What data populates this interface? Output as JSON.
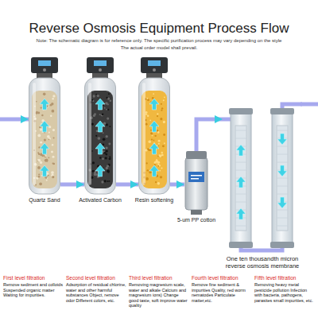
{
  "diagram": {
    "title": "Reverse Osmosis Equipment Process Flow",
    "nodes": [
      {
        "text": [
          "Quartz Sand"
        ]
      },
      {
        "text": [
          "Activated Carbon"
        ]
      },
      {
        "text": [
          "Resin softening"
        ]
      },
      {
        "text": [
          "5-um PP cotton"
        ]
      },
      {
        "text": [
          "One ten thousandth micron reverse osmosis membrane"
        ]
      }
    ],
    "edges": [
      {
        "from": 0,
        "to": 1,
        "arrow": "to"
      },
      {
        "from": 1,
        "to": 2,
        "arrow": "to"
      },
      {
        "from": 2,
        "to": 3,
        "arrow": "to"
      },
      {
        "from": 3,
        "to": 4,
        "arrow": "to"
      }
    ],
    "labels": [
      "Note: The schematic diagram is for reference only. The specific purification process may vary depending on the style",
      "The actual order model shall prevail.",
      "First level filtration",
      "Remove sediment and colloids Suspended organic matter Waiting for impurities.",
      "Second level filtration",
      "Adsorption of residual chlorine, water and other harmful substances Object, remove odor Different colors, etc.",
      "Third level filtration",
      "Removing magnesium scale, water and alkale Calcium and magnesium ions) Change good taste, soft improve water quality",
      "Fourth level filtration",
      "Remove fine sediment & impurities Quality, red worm nematodes Particulate matter,etc.",
      "Fifth level filtration",
      "Removing heavy metal pesticide pollution Infection with bacteria, pathogens, parasites small impurities, etc."
    ]
  }
}
